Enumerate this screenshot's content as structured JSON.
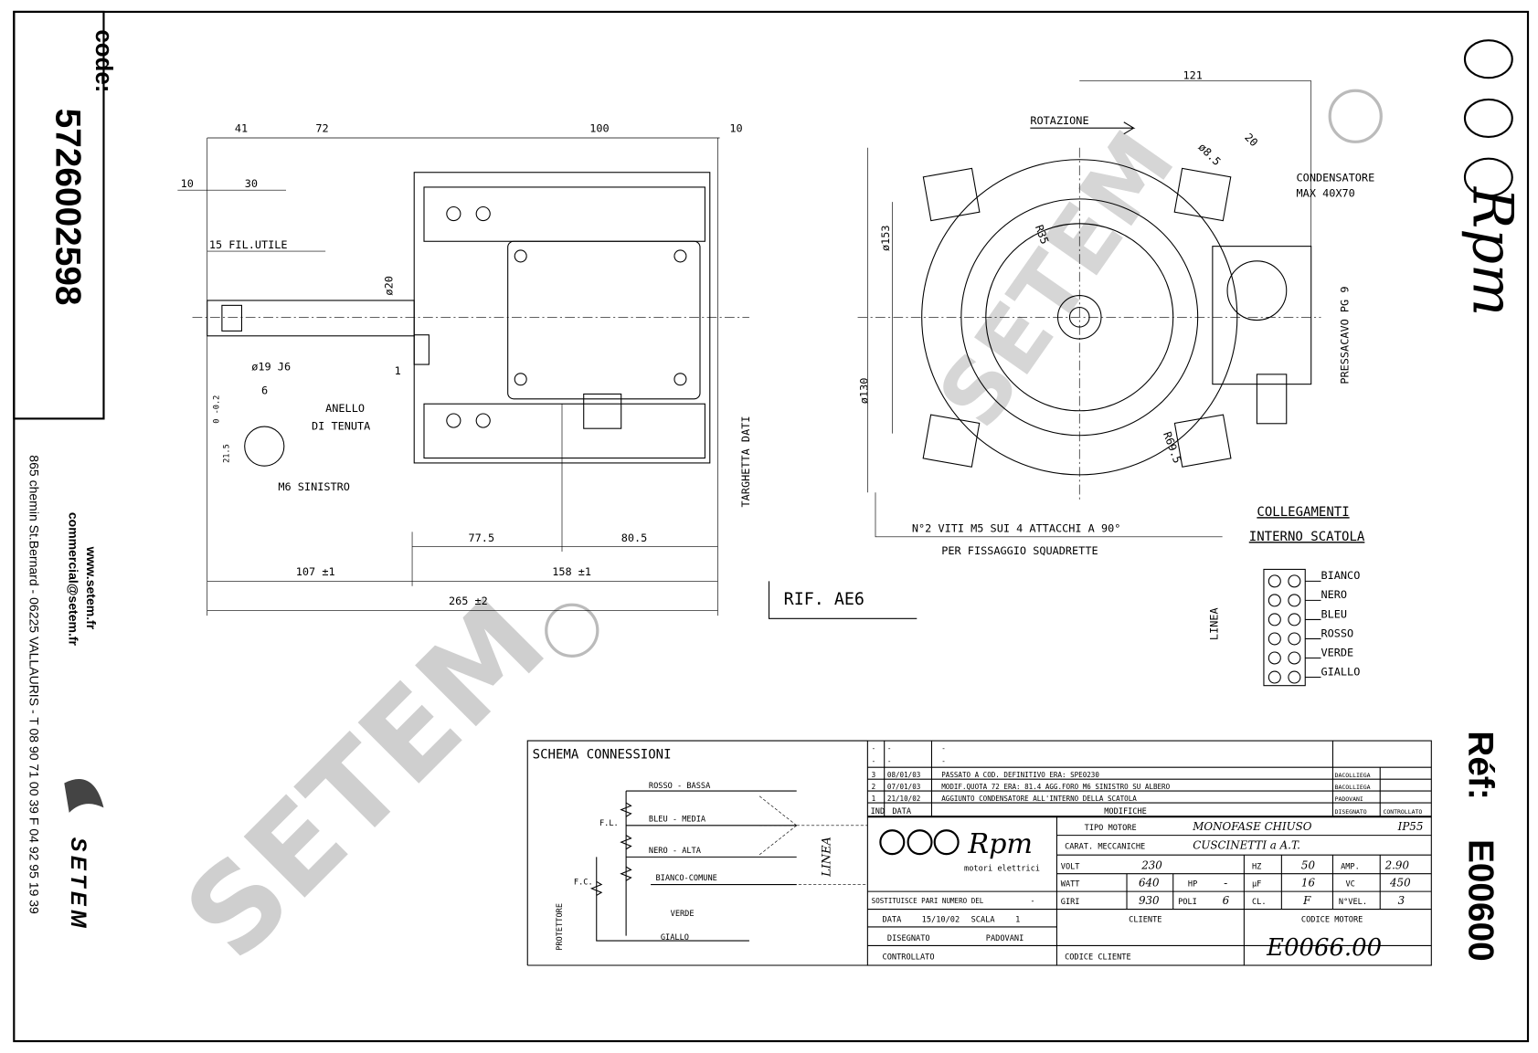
{
  "sidebar": {
    "code_label": "code:",
    "code_value": "5726002598",
    "website": "www.setem.fr",
    "email": "commercial@setem.fr",
    "address": "865 chemin St.Bernard - 06225 VALLAURIS - T 08 90 71 00 39  F 04 92 95 19 39",
    "brand": "SETEM"
  },
  "right_panel": {
    "logo_text": "Rpm",
    "ref_label": "Réf:",
    "ref_value": "E00600"
  },
  "watermark": {
    "text": "SETEM"
  },
  "side_view": {
    "dims": [
      "41",
      "72",
      "100",
      "10",
      "10",
      "30",
      "15 FIL.UTILE",
      "ø20",
      "ø19 J6",
      "6",
      "0 -0.2",
      "21.5",
      "1",
      "ANELLO",
      "DI TENUTA",
      "M6 SINISTRO",
      "TARGHETTA DATI",
      "77.5",
      "80.5",
      "107 ±1",
      "158 ±1",
      "265 ±2"
    ]
  },
  "front_view": {
    "dims": [
      "121",
      "ROTAZIONE",
      "ø153",
      "ø130",
      "R35",
      "R69.5",
      "ø8.5",
      "20",
      "CONDENSATORE",
      "MAX 40X70",
      "PRESSACAVO PG 9"
    ],
    "note_line1": "N°2 VITI M5 SUI 4 ATTACCHI A 90°",
    "note_line2": "PER FISSAGGIO SQUADRETTE",
    "rif": "RIF. AE6"
  },
  "collegamenti": {
    "title1": "COLLEGAMENTI",
    "title2": "INTERNO SCATOLA",
    "linea": "LINEA",
    "wires": [
      "BIANCO",
      "NERO",
      "BLEU",
      "ROSSO",
      "VERDE",
      "GIALLO"
    ]
  },
  "schema": {
    "title": "SCHEMA CONNESSIONI",
    "wires": [
      "ROSSO - BASSA",
      "BLEU - MEDIA",
      "NERO - ALTA",
      "BIANCO-COMUNE",
      "VERDE",
      "GIALLO"
    ],
    "fl": "F.L.",
    "fc": "F.C.",
    "protettore": "PROTETTORE",
    "linea": "LINEA"
  },
  "title_block": {
    "revisions": [
      {
        "ind": "-",
        "data": "-",
        "mod": "-",
        "by": ""
      },
      {
        "ind": "-",
        "data": "-",
        "mod": "-",
        "by": ""
      },
      {
        "ind": "3",
        "data": "08/01/03",
        "mod": "PASSATO A COD. DEFINITIVO ERA: SPE0230",
        "by": "DACOLLIEGA"
      },
      {
        "ind": "2",
        "data": "07/01/03",
        "mod": "MODIF.QUOTA 72 ERA: 81.4   AGG.FORO M6 SINISTRO SU ALBERO",
        "by": "BACOLLIEGA"
      },
      {
        "ind": "1",
        "data": "21/10/02",
        "mod": "AGGIUNTO CONDENSATORE ALL'INTERNO DELLA SCATOLA",
        "by": "PADOVANI"
      }
    ],
    "header": {
      "ind": "IND",
      "data": "DATA",
      "mod": "MODIFICHE",
      "by": "DISEGNATO",
      "ctrl": "CONTROLLATO"
    },
    "logo": "Rpm",
    "logo_sub": "motori elettrici",
    "tipo_motore_label": "TIPO MOTORE",
    "tipo_motore": "MONOFASE CHIUSO",
    "ip": "IP55",
    "carat_label": "CARAT. MECCANICHE",
    "carat": "CUSCINETTI a A.T.",
    "volt_label": "VOLT",
    "volt": "230",
    "hz_label": "HZ",
    "hz": "50",
    "amp_label": "AMP.",
    "amp": "2.90",
    "watt_label": "WATT",
    "watt": "640",
    "hp_label": "HP",
    "hp": "-",
    "uf_label": "µF",
    "uf": "16",
    "vc_label": "VC",
    "vc": "450",
    "giri_label": "GIRI",
    "giri": "930",
    "poli_label": "POLI",
    "poli": "6",
    "cl_label": "CL.",
    "cl": "F",
    "nvel_label": "N°VEL.",
    "nvel": "3",
    "sostituisce": "SOSTITUISCE PARI NUMERO DEL",
    "sostituisce_val": "-",
    "data_label": "DATA",
    "data": "15/10/02",
    "scala_label": "SCALA",
    "scala": "1",
    "disegnato_label": "DISEGNATO",
    "disegnato": "PADOVANI",
    "controllato_label": "CONTROLLATO",
    "cliente_label": "CLIENTE",
    "codice_cliente_label": "CODICE CLIENTE",
    "codice_motore_label": "CODICE MOTORE",
    "codice_motore": "E0066.00"
  }
}
